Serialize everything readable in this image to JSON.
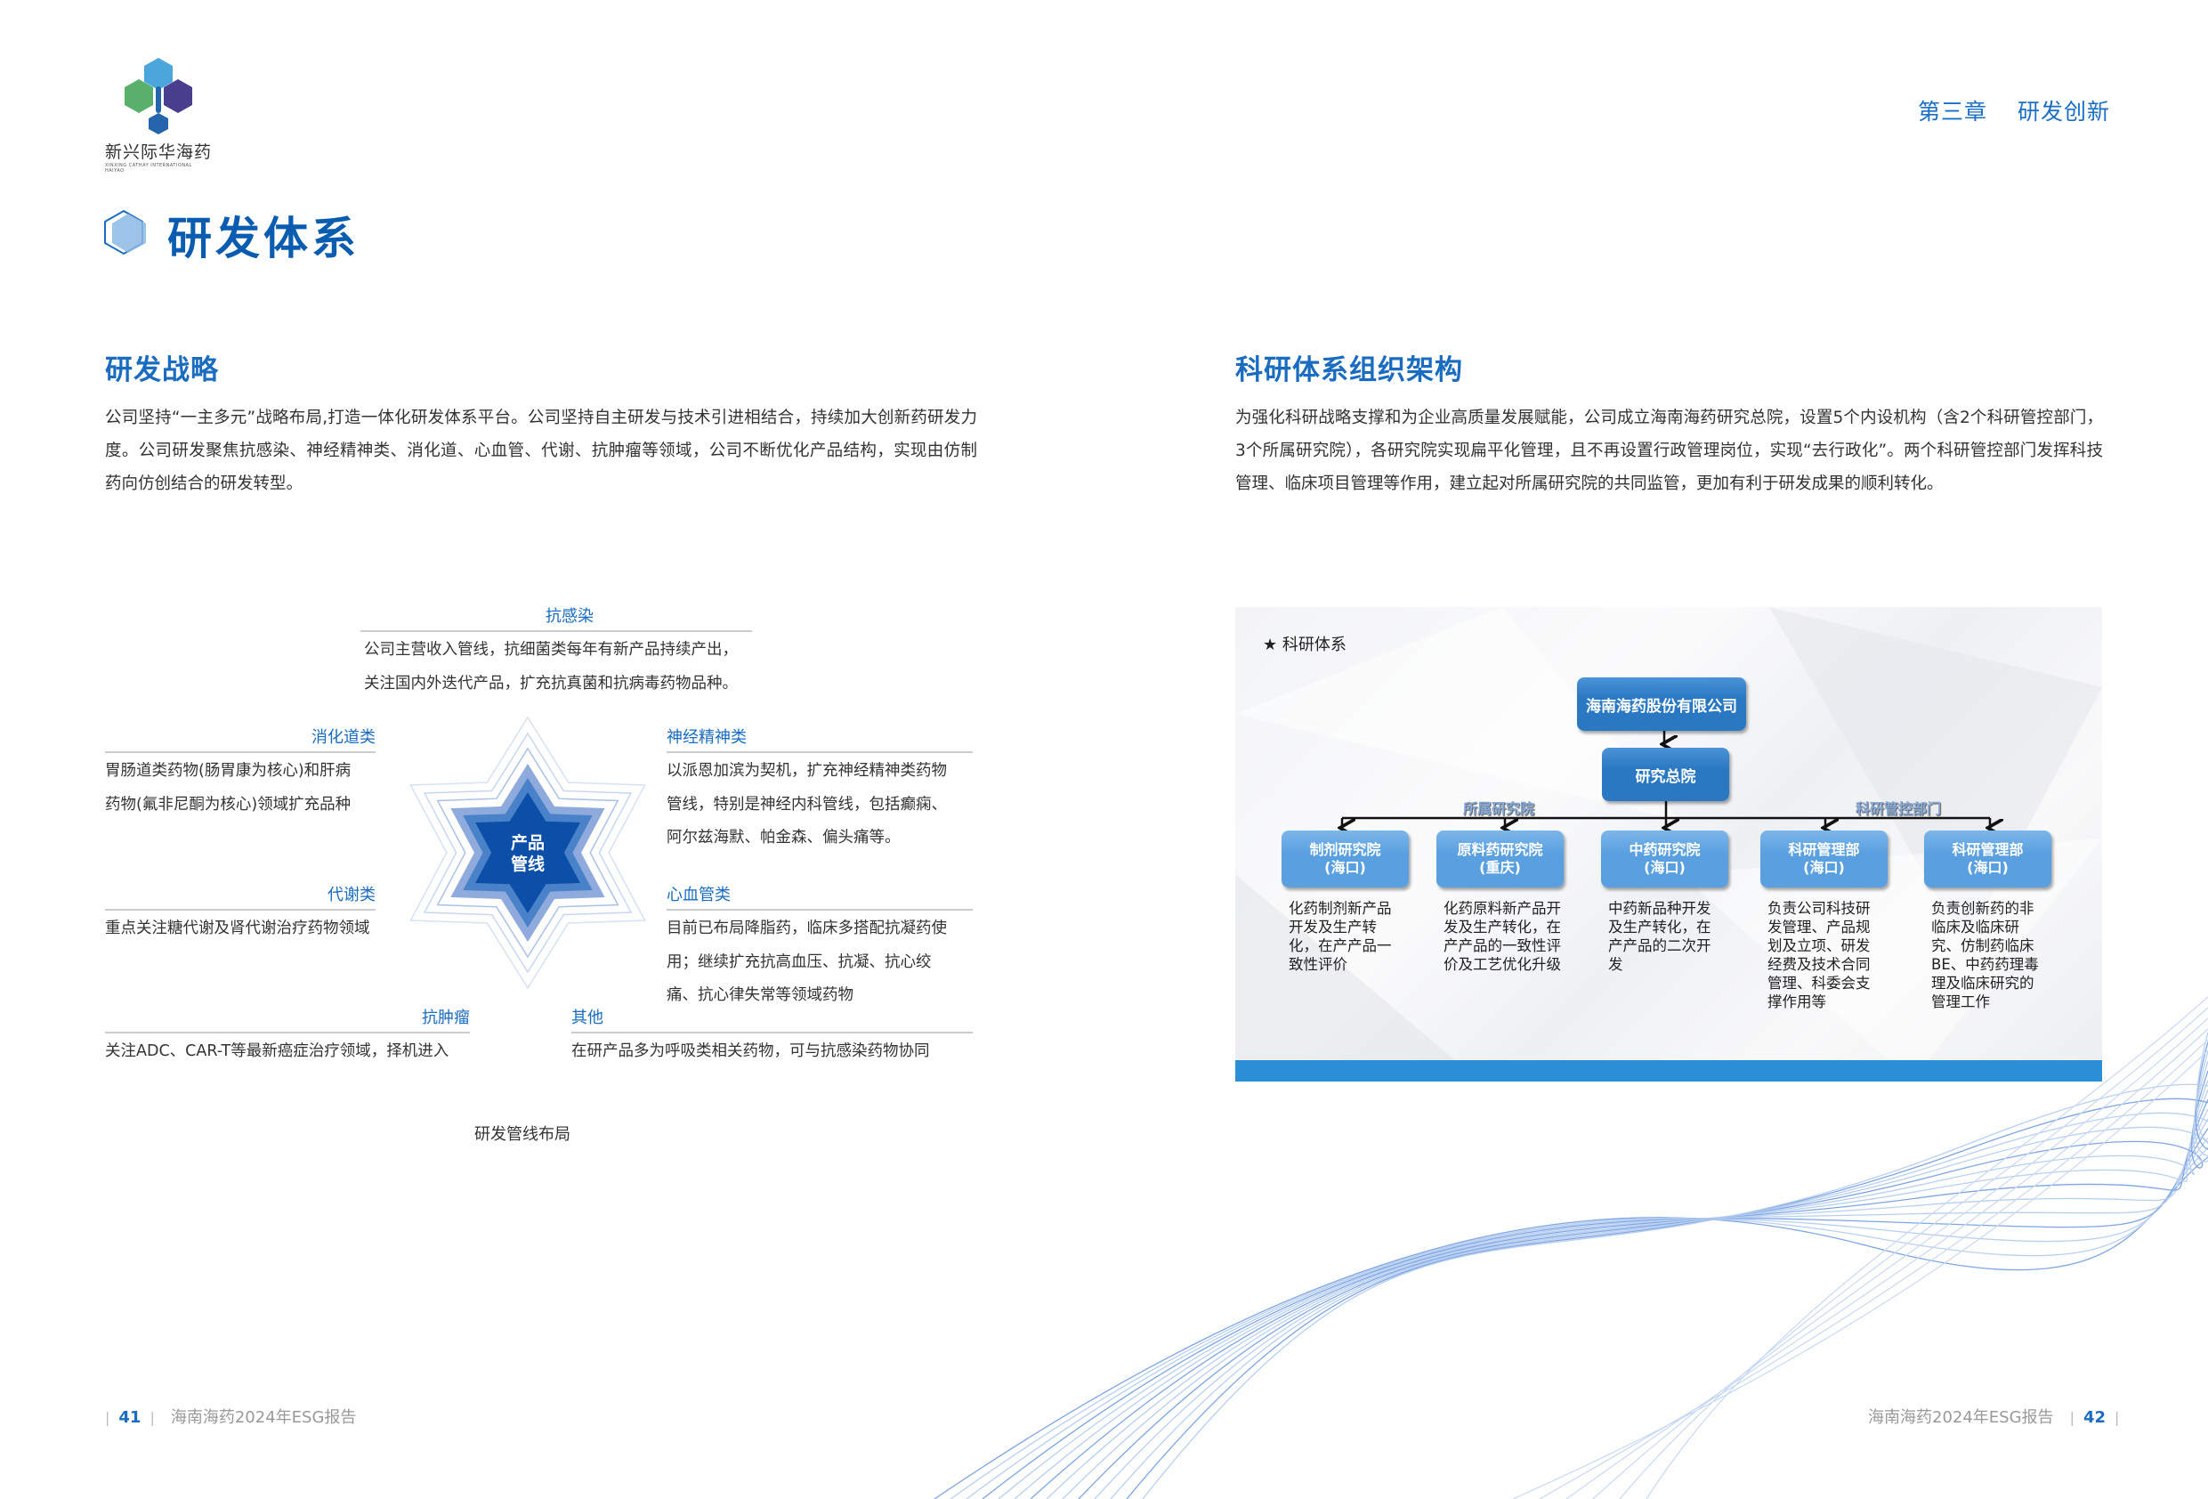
{
  "logo": {
    "name": "新兴际华海药",
    "subtitle": "XINXING CATHAY INTERNATIONAL HAIYAO"
  },
  "header": {
    "chapter": "第三章",
    "section": "研发创新"
  },
  "page_title": "研发体系",
  "strategy": {
    "title": "研发战略",
    "paragraph": "公司坚持“一主多元”战略布局,打造一体化研发体系平台。公司坚持自主研发与技术引进相结合，持续加大创新药研发力度。公司研发聚焦抗感染、神经精神类、消化道、心血管、代谢、抗肿瘤等领域，公司不断优化产品结构，实现由仿制药向仿创结合的研发转型。"
  },
  "pipeline": {
    "center_label": [
      "产品",
      "管线"
    ],
    "caption": "研发管线布局",
    "categories": [
      {
        "name": "抗感染",
        "lines": [
          "公司主营收入管线，抗细菌类每年有新产品持续产出，",
          "关注国内外迭代产品，扩充抗真菌和抗病毒药物品种。"
        ]
      },
      {
        "name": "消化道类",
        "lines": [
          "胃肠道类药物(肠胃康为核心)和肝病",
          "药物(氟非尼酮为核心)领域扩充品种"
        ]
      },
      {
        "name": "神经精神类",
        "lines": [
          "以派恩加滨为契机，扩充神经精神类药物",
          "管线，特别是神经内科管线，包括癫痫、",
          "阿尔兹海默、帕金森、偏头痛等。"
        ]
      },
      {
        "name": "代谢类",
        "lines": [
          "重点关注糖代谢及肾代谢治疗药物领域"
        ]
      },
      {
        "name": "心血管类",
        "lines": [
          "目前已布局降脂药，临床多搭配抗凝药使",
          "用；继续扩充抗高血压、抗凝、抗心绞",
          "痛、抗心律失常等领域药物"
        ]
      },
      {
        "name": "抗肿瘤",
        "lines": [
          "关注ADC、CAR-T等最新癌症治疗领域，择机进入"
        ]
      },
      {
        "name": "其他",
        "lines": [
          "在研产品多为呼吸类相关药物，可与抗感染药物协同"
        ]
      }
    ]
  },
  "org": {
    "title": "科研体系组织架构",
    "paragraph": "为强化科研战略支撑和为企业高质量发展赋能，公司成立海南海药研究总院，设置5个内设机构（含2个科研管控部门，3个所属研究院），各研究院实现扁平化管理，且不再设置行政管理岗位，实现“去行政化”。两个科研管控部门发挥科技管理、临床项目管理等作用，建立起对所属研究院的共同监管，更加有利于研发成果的顺利转化。",
    "chart_label": "★ 科研体系",
    "root": "海南海药股份有限公司",
    "hq": "研究总院",
    "group_left": "所属研究院",
    "group_right": "科研管控部门",
    "units": [
      {
        "name": "制剂研究院",
        "loc": "(海口)",
        "desc": "化药制剂新产品开发及生产转化，在产产品一致性评价"
      },
      {
        "name": "原料药研究院",
        "loc": "(重庆)",
        "desc": "化药原料新产品开发及生产转化，在产产品的一致性评价及工艺优化升级"
      },
      {
        "name": "中药研究院",
        "loc": "(海口)",
        "desc": "中药新品种开发及生产转化，在产产品的二次开发"
      },
      {
        "name": "科研管理部",
        "loc": "(海口)",
        "desc": "负责公司科技研发管理、产品规划及立项、研发经费及技术合同管理、科委会支撑作用等"
      },
      {
        "name": "科研管理部",
        "loc": "(海口)",
        "desc": "负责创新药的非临床及临床研究、仿制药临床BE、中药药理毒理及临床研究的管理工作"
      }
    ]
  },
  "footer": {
    "left_page": "41",
    "right_page": "42",
    "report": "海南海药2024年ESG报告"
  },
  "colors": {
    "accent": "#1a6cc0",
    "bar": "#2a8fd6",
    "star_dark": "#0b4fa8"
  }
}
